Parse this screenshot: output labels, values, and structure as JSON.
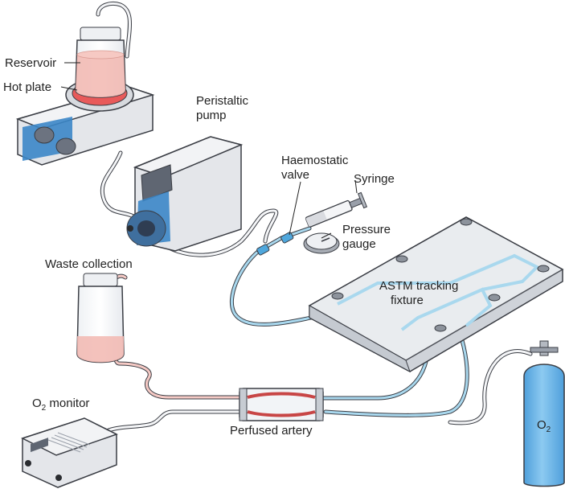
{
  "labels": {
    "reservoir": "Reservoir",
    "hot_plate": "Hot plate",
    "peristaltic_pump_line1": "Peristaltic",
    "peristaltic_pump_line2": "pump",
    "haemostatic_valve_line1": "Haemostatic",
    "haemostatic_valve_line2": "valve",
    "syringe": "Syringe",
    "pressure_gauge_line1": "Pressure",
    "pressure_gauge_line2": "gauge",
    "waste_collection": "Waste collection",
    "astm_fixture_line1": "ASTM tracking",
    "astm_fixture_line2": "fixture",
    "o2_monitor_prefix": "O",
    "o2_monitor_sub": "2",
    "o2_monitor_suffix": " monitor",
    "perfused_artery": "Perfused artery",
    "o2_tank_prefix": "O",
    "o2_tank_sub": "2"
  },
  "colors": {
    "tube_blue": "#9fd3ea",
    "tube_pink": "#f3c4c0",
    "device_grey": "#e4e6ea",
    "device_dark": "#9aa0aa",
    "accent_blue": "#3b86c8",
    "hot_red": "#e85a5a",
    "liquid_pink": "#f2b7b0",
    "o2_tank": "#6fb3e6",
    "outline": "#3a3d44"
  }
}
